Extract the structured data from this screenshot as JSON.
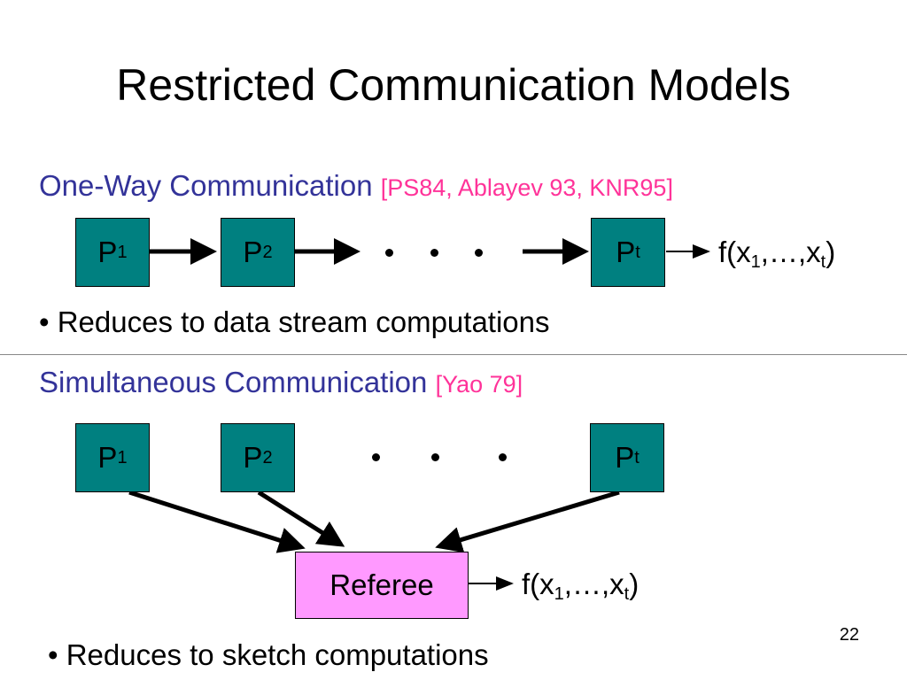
{
  "title": "Restricted Communication Models",
  "colors": {
    "heading": "#333399",
    "citation": "#ff3399",
    "party_box": "#008080",
    "referee_box": "#ff99ff"
  },
  "one_way": {
    "heading": "One-Way Communication",
    "citation": "[PS84, Ablayev 93, KNR95]",
    "parties": [
      {
        "label": "P",
        "sub": "1"
      },
      {
        "label": "P",
        "sub": "2"
      },
      {
        "label": "P",
        "sub": "t"
      }
    ],
    "output": {
      "pre": "f(x",
      "sub1": "1",
      "mid": ",…,x",
      "sub2": "t",
      "post": ")"
    },
    "bullet": "• Reduces to data stream computations"
  },
  "simultaneous": {
    "heading": "Simultaneous Communication",
    "citation": "[Yao 79]",
    "parties": [
      {
        "label": "P",
        "sub": "1"
      },
      {
        "label": "P",
        "sub": "2"
      },
      {
        "label": "P",
        "sub": "t"
      }
    ],
    "referee": "Referee",
    "output": {
      "pre": "f(x",
      "sub1": "1",
      "mid": ",…,x",
      "sub2": "t",
      "post": ")"
    },
    "bullet": "• Reduces to sketch computations"
  },
  "page_number": "22"
}
